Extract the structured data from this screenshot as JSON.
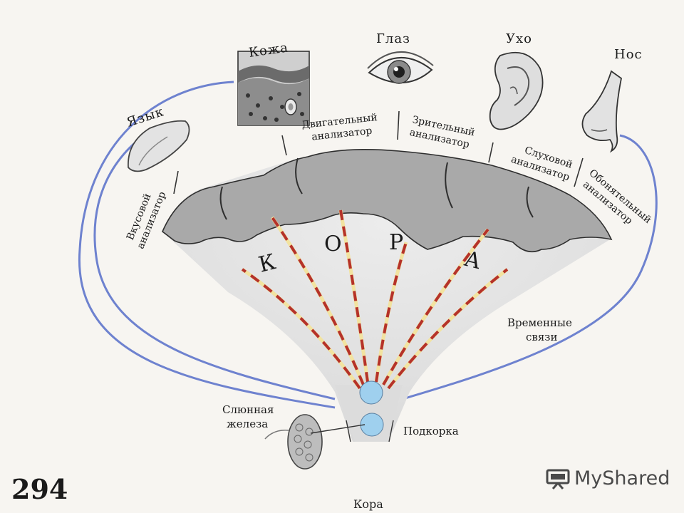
{
  "organs": {
    "tongue": "Язык",
    "skin": "Кожа",
    "eye": "Глаз",
    "ear": "Ухо",
    "nose": "Нос"
  },
  "analyzers": {
    "taste": [
      "Вкусовой",
      "анализатор"
    ],
    "motor": [
      "Двигательный",
      "анализатор"
    ],
    "visual": [
      "Зрительный",
      "анализатор"
    ],
    "auditory": [
      "Слуховой",
      "анализатор"
    ],
    "olfactory": [
      "Обонятельный",
      "анализатор"
    ]
  },
  "cortex_letters": [
    "К",
    "О",
    "Р",
    "А"
  ],
  "temporary_links": [
    "Временные",
    "связи"
  ],
  "salivary_gland": [
    "Слюнная",
    "железа"
  ],
  "subcortex": "Подкорка",
  "page_number": "294",
  "watermark": "MyShared",
  "bottom_cut_text": "Кора",
  "colors": {
    "connection_line": "#6e82cf",
    "pathway_dash": "#b5322a",
    "pathway_core": "#f2e3a0",
    "subcortex_node": "#9fd0ee",
    "cortex_gray": "#a9a9a9",
    "text": "#1a1a1a"
  }
}
